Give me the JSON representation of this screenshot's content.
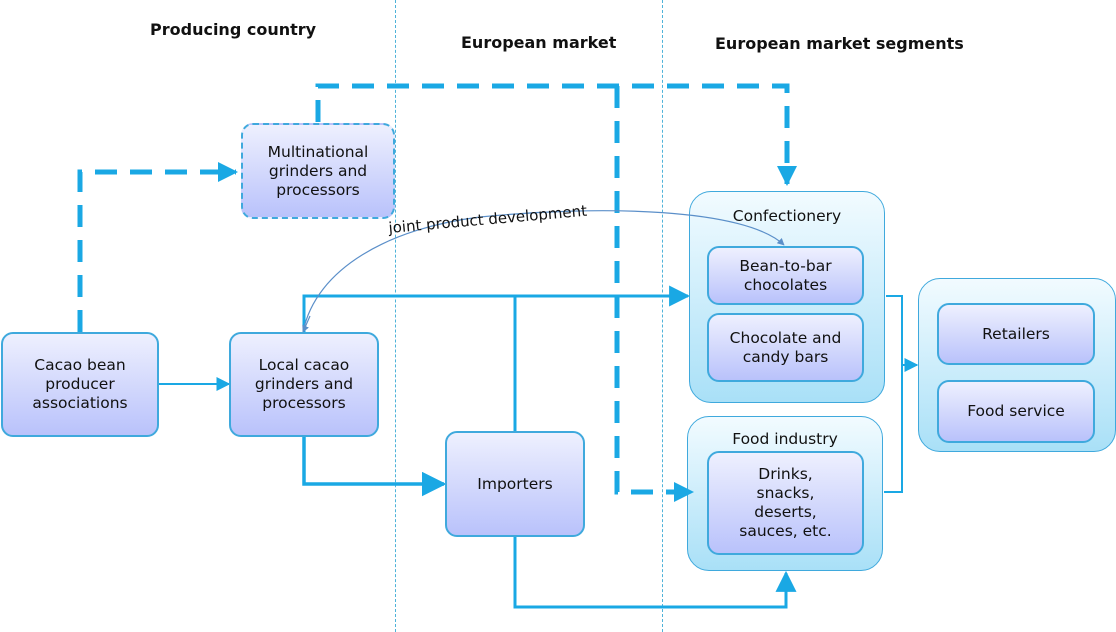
{
  "headers": {
    "producing": "Producing country",
    "european_market": "European market",
    "segments": "European market segments"
  },
  "nodes": {
    "multinational": "Multinational\ngrinders and\nprocessors",
    "cacao_assoc": "Cacao bean\nproducer\nassociations",
    "local_grinders": "Local cacao\ngrinders and\nprocessors",
    "importers": "Importers",
    "bean_to_bar": "Bean-to-bar\nchocolates",
    "choc_candy": "Chocolate and\ncandy bars",
    "drinks": "Drinks,\nsnacks,\ndeserts,\nsauces, etc.",
    "retailers": "Retailers",
    "food_service": "Food service"
  },
  "segments": {
    "confectionery": "Confectionery",
    "food_industry": "Food industry"
  },
  "annotations": {
    "joint_dev": "joint product development"
  },
  "colors": {
    "flow": "#1aa8e4",
    "curve": "#5b8fc9",
    "border": "#3fa9dd",
    "divider": "#4fb3d9"
  }
}
